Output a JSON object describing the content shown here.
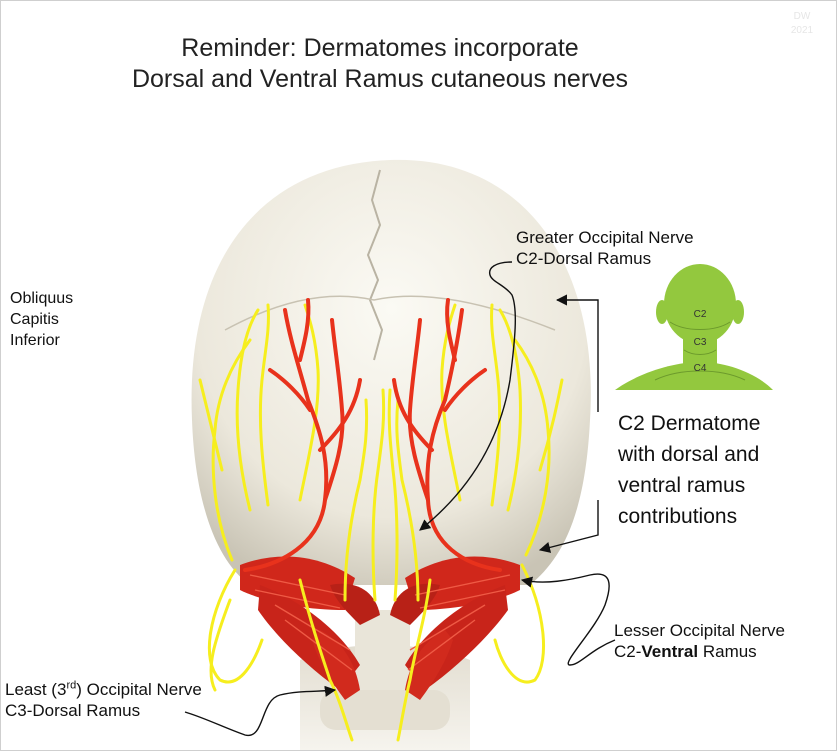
{
  "title": {
    "line1": "Reminder: Dermatomes incorporate",
    "line2": "Dorsal and Ventral Ramus cutaneous nerves"
  },
  "watermark": {
    "line1": "DW",
    "line2": "2021"
  },
  "labels": {
    "greater_occipital": {
      "line1": "Greater Occipital Nerve",
      "line2": "C2-Dorsal Ramus"
    },
    "obliquus": [
      "Obliquus",
      "Capitis",
      "Inferior"
    ],
    "c2_dermatome": [
      "C2 Dermatome",
      "with dorsal and",
      "ventral ramus",
      "contributions"
    ],
    "lesser_occipital": {
      "line1": "Lesser Occipital Nerve",
      "line2_prefix": "C2-",
      "line2_bold": "Ventral",
      "line2_suffix": " Ramus"
    },
    "least_occipital": {
      "prefix": "Least (3",
      "sup": "rd",
      "suffix": ") Occipital Nerve",
      "line2": "C3-Dorsal Ramus"
    }
  },
  "inset": {
    "levels": [
      "C2",
      "C3",
      "C4"
    ]
  },
  "colors": {
    "skull": "#efece2",
    "nerve_yellow": "#f6ee1e",
    "nerve_red": "#e8321c",
    "muscle": "#d0271b",
    "inset_green": "#93c83e"
  }
}
